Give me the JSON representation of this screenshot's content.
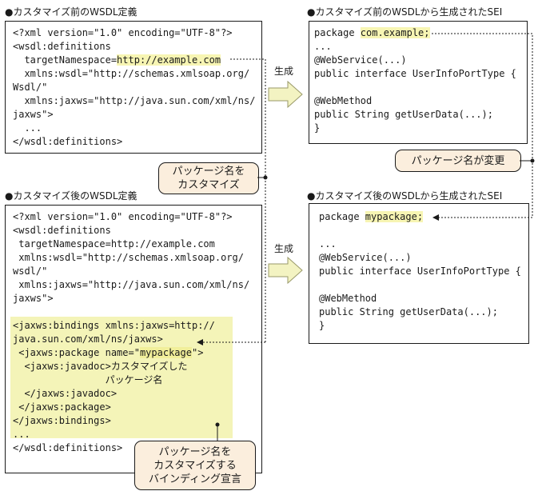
{
  "titles": {
    "before_wsdl": "●カスタマイズ前のWSDL定義",
    "before_sei": "●カスタマイズ前のWSDLから生成されたSEI",
    "after_wsdl": "●カスタマイズ後のWSDL定義",
    "after_sei": "●カスタマイズ後のWSDLから生成されたSEI"
  },
  "arrow_label": "生成",
  "before_wsdl": {
    "line1": "<?xml version=\"1.0\" encoding=\"UTF-8\"?>",
    "line2": "<wsdl:definitions",
    "line3_prefix": "  targetNamespace=",
    "line3_value": "http://example.com",
    "line4": "  xmlns:wsdl=\"http://schemas.xmlsoap.org/",
    "line5": "Wsdl/\"",
    "line6": "  xmlns:jaxws=\"http://java.sun.com/xml/ns/",
    "line7": "jaxws\">",
    "line8": "  ...",
    "line9": "</wsdl:definitions>"
  },
  "before_sei": {
    "line1_prefix": "package ",
    "line1_value": "com.example;",
    "line2": "...",
    "line3": "@WebService(...)",
    "line4": "public interface UserInfoPortType {",
    "line5": "",
    "line6": "@WebMethod",
    "line7": "public String getUserData(...);",
    "line8": "}"
  },
  "after_wsdl": {
    "line1": "<?xml version=\"1.0\" encoding=\"UTF-8\"?>",
    "line2": "<wsdl:definitions",
    "line3": " targetNamespace=http://example.com",
    "line4": " xmlns:wsdl=\"http://schemas.xmlsoap.org/",
    "line5": "wsdl/\"",
    "line6": " xmlns:jaxws=\"http://java.sun.com/xml/ns/",
    "line7": "jaxws\">",
    "b1": "<jaxws:bindings xmlns:jaxws=http://",
    "b2": "java.sun.com/xml/ns/jaxws>",
    "b3_prefix": " <jaxws:package name=\"",
    "b3_value": "mypackage",
    "b3_suffix": "\">",
    "b4": "  <jaxws:javadoc>カスタマイズした",
    "b5": "                パッケージ名",
    "b6": "  </jaxws:javadoc>",
    "b7": " </jaxws:package>",
    "b8": "</jaxws:bindings>",
    "line8": "...",
    "line9": "</wsdl:definitions>"
  },
  "after_sei": {
    "line1_prefix": "package ",
    "line1_value": "mypackage;",
    "line2": "...",
    "line3": "@WebService(...)",
    "line4": "public interface UserInfoPortType {",
    "line5": "",
    "line6": "@WebMethod",
    "line7": "public String getUserData(...);",
    "line8": "}"
  },
  "callouts": {
    "customize": "パッケージ名を\nカスタマイズ",
    "changed": "パッケージ名が変更",
    "binding": "パッケージ名を\nカスタマイズする\nバインディング宣言"
  },
  "colors": {
    "highlight": "#f7f5b3",
    "binding_area": "#f4f4b8",
    "callout_fill": "#fbeedd",
    "arrow_fill": "#f3f3c2"
  }
}
